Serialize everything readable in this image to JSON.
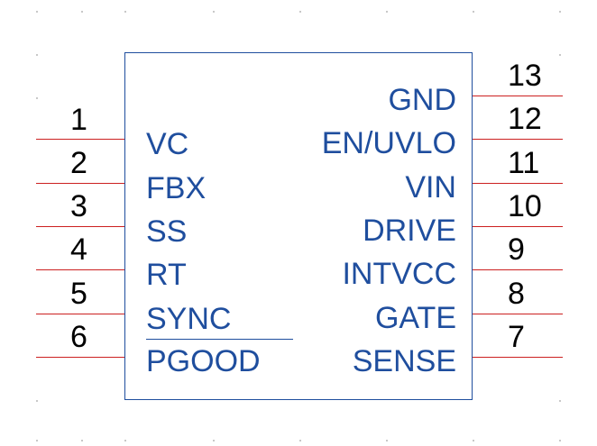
{
  "symbol": {
    "left_pins": [
      {
        "number": "1",
        "name": "VC"
      },
      {
        "number": "2",
        "name": "FBX"
      },
      {
        "number": "3",
        "name": "SS"
      },
      {
        "number": "4",
        "name": "RT"
      },
      {
        "number": "5",
        "name": "SYNC"
      },
      {
        "number": "6",
        "name": "PGOOD"
      }
    ],
    "right_pins": [
      {
        "number": "13",
        "name": "GND"
      },
      {
        "number": "12",
        "name": "EN/UVLO"
      },
      {
        "number": "11",
        "name": "VIN"
      },
      {
        "number": "10",
        "name": "DRIVE"
      },
      {
        "number": "9",
        "name": "INTVCC"
      },
      {
        "number": "8",
        "name": "GATE"
      },
      {
        "number": "7",
        "name": "SENSE"
      }
    ]
  },
  "colors": {
    "outline": "#1f4e9e",
    "pin_line": "#cc2020",
    "pin_number": "#000000",
    "label": "#1f4e9e"
  }
}
